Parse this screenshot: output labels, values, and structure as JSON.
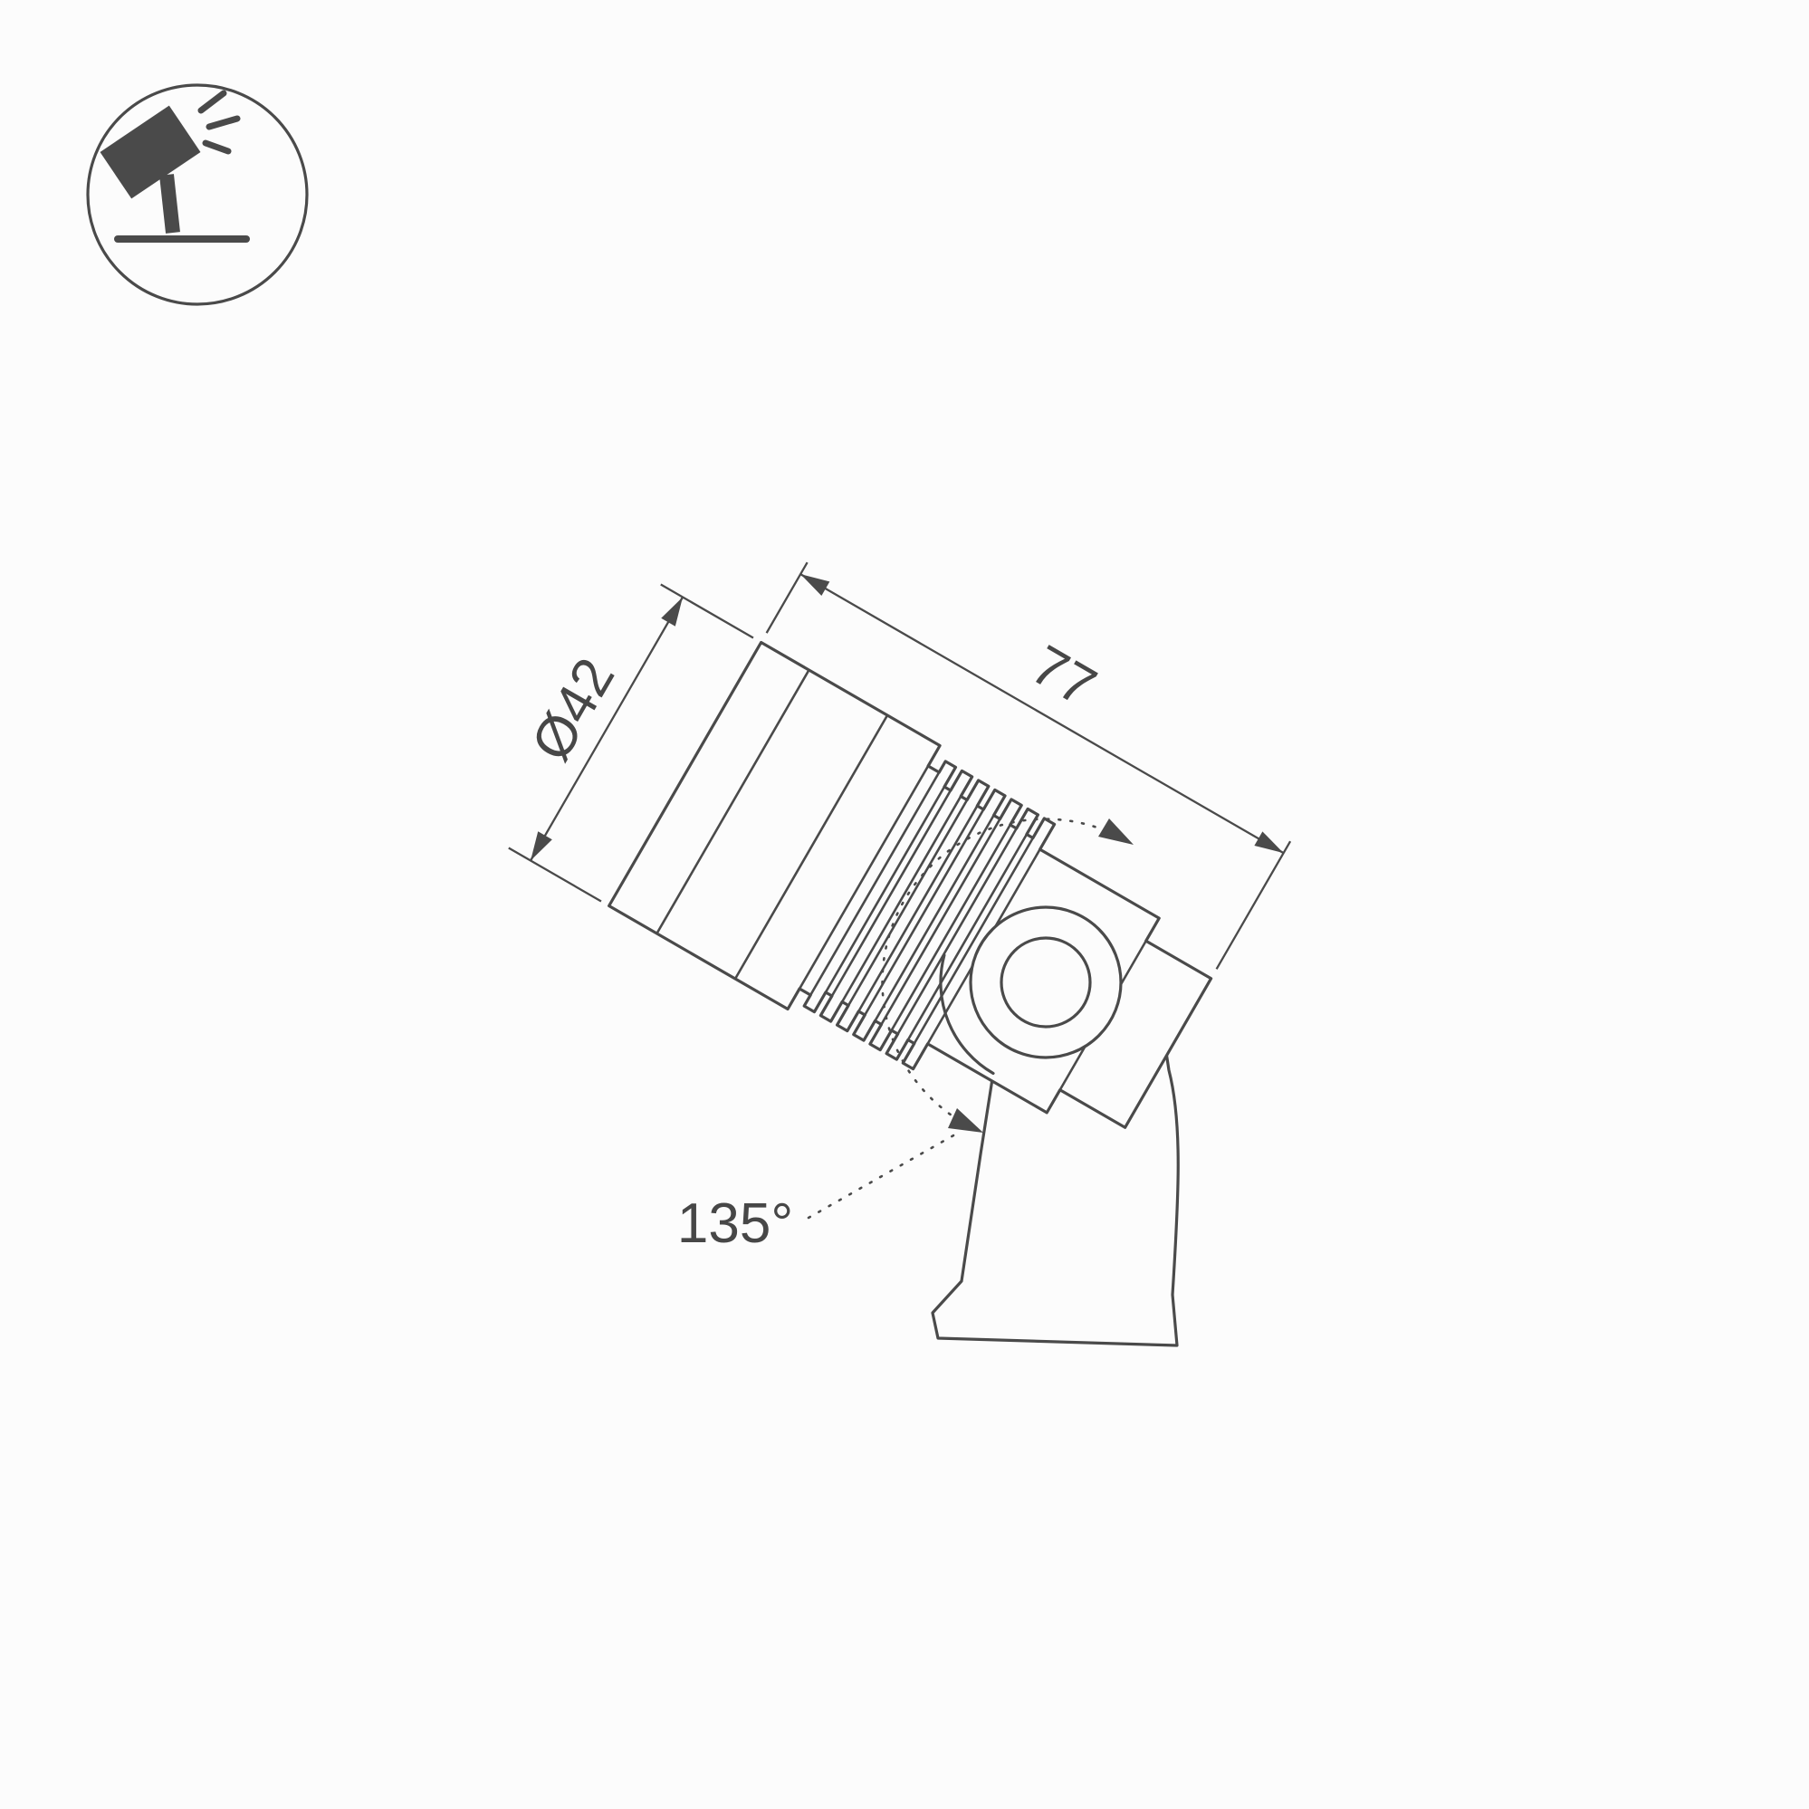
{
  "canvas": {
    "background": "#fcfcfc",
    "line_color": "#4a4a4a",
    "text_color": "#474747"
  },
  "icon": {
    "name": "tilted-spotlight-on-stand",
    "meaning": "adjustable ground spotlight pictogram"
  },
  "drawing": {
    "type": "technical-dimension-drawing",
    "subject": "LED spotlight with ribbed heatsink body on pivoting mounting bracket",
    "labels": {
      "diameter": "Ø42",
      "length": "77",
      "angle": "135°"
    },
    "values": {
      "diameter_mm": 42,
      "length_mm": 77,
      "tilt_range_deg": 135
    }
  }
}
